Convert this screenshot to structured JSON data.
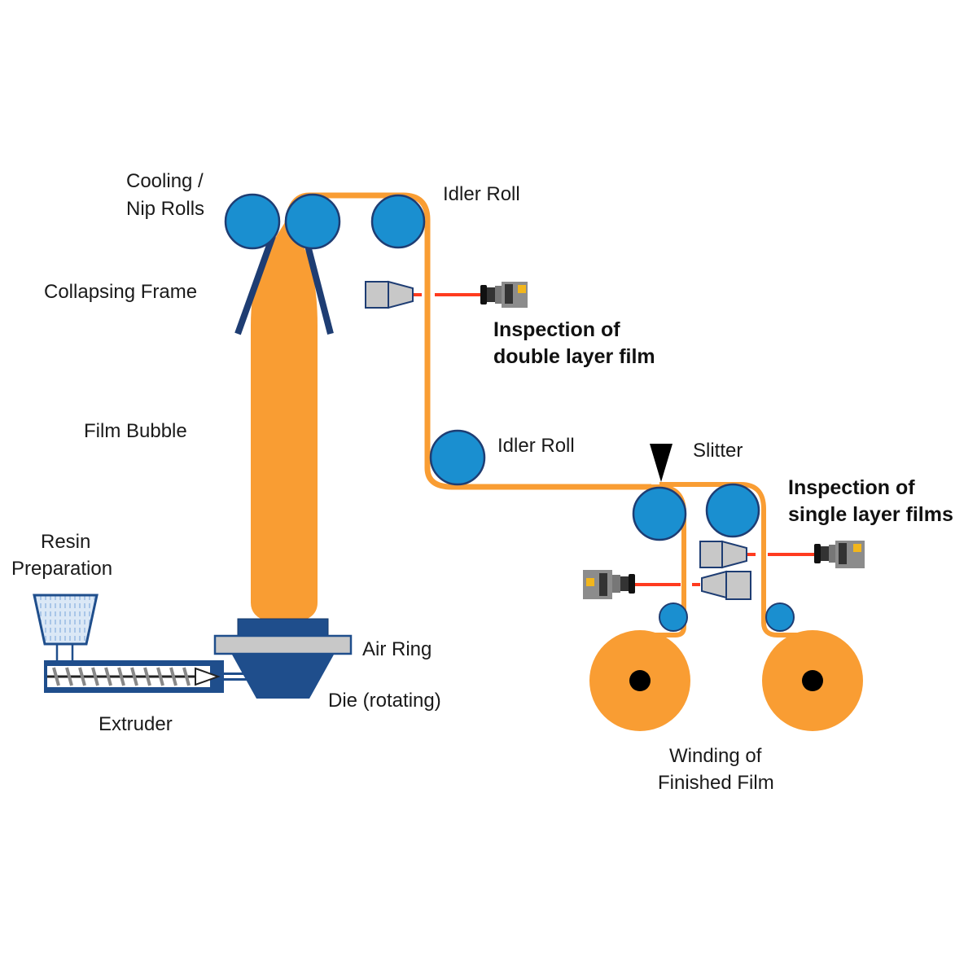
{
  "title": "Blown Film Extrusion Line with Film Inspection",
  "colors": {
    "film": "#F99D33",
    "roll": "#1A8FD0",
    "roll_stroke": "#1E3D73",
    "machine": "#1F4E8C",
    "laser": "#FF3B1F",
    "light_gray": "#C8C8C8",
    "camera_gray": "#8C8C8C",
    "camera_badge": "#F2B61C"
  },
  "labels": {
    "cooling_nip_line1": "Cooling /",
    "cooling_nip_line2": "Nip Rolls",
    "collapsing_frame": "Collapsing Frame",
    "film_bubble": "Film Bubble",
    "resin_line1": "Resin",
    "resin_line2": "Preparation",
    "extruder": "Extruder",
    "air_ring": "Air Ring",
    "die": "Die (rotating)",
    "idler_roll_top": "Idler Roll",
    "idler_roll_mid": "Idler Roll",
    "slitter": "Slitter",
    "double_layer_line1": "Inspection of",
    "double_layer_line2": "double layer film",
    "single_layer_line1": "Inspection of",
    "single_layer_line2": "single layer films",
    "winding_line1": "Winding of",
    "winding_line2": "Finished Film"
  }
}
